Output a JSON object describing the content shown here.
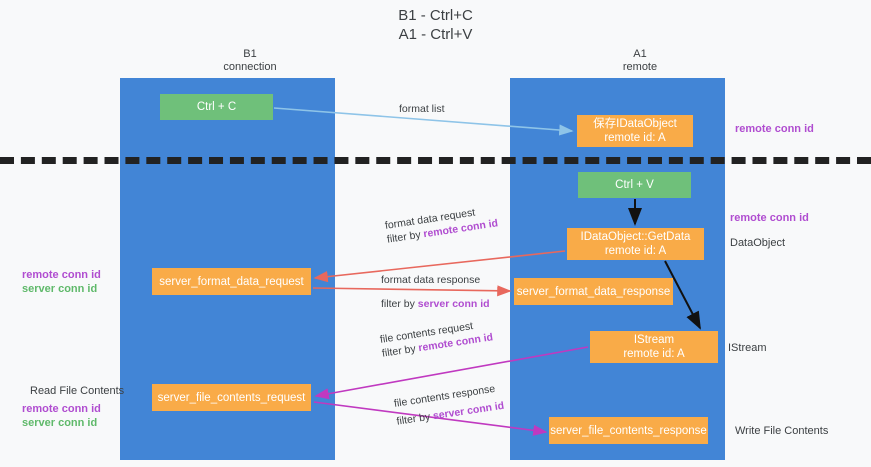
{
  "title": {
    "line1": "B1 - Ctrl+C",
    "line2": "A1 - Ctrl+V"
  },
  "lanes": {
    "left": {
      "name": "B1",
      "role": "connection"
    },
    "right": {
      "name": "A1",
      "role": "remote"
    }
  },
  "nodes": {
    "ctrl_c": {
      "label": "Ctrl + C",
      "color": "#6fc07a"
    },
    "idataobject_store": {
      "label": "保存IDataObject",
      "sub": "remote id: A",
      "color": "#f9ab48"
    },
    "ctrl_v": {
      "label": "Ctrl + V",
      "color": "#6fc07a"
    },
    "getdata": {
      "label": "IDataObject::GetData",
      "sub": "remote id: A",
      "color": "#f9ab48"
    },
    "server_format_data_request": {
      "label": "server_format_data_request",
      "color": "#f9ab48"
    },
    "server_format_data_response": {
      "label": "server_format_data_response",
      "color": "#f9ab48"
    },
    "istream": {
      "label": "IStream",
      "sub": "remote id: A",
      "color": "#f9ab48"
    },
    "server_file_contents_request": {
      "label": "server_file_contents_request",
      "color": "#f9ab48"
    },
    "server_file_contents_response": {
      "label": "server_file_contents_response",
      "color": "#f9ab48"
    }
  },
  "edges": {
    "format_list": {
      "label": "format list"
    },
    "format_data_request": {
      "label": "format data request",
      "filter_prefix": "filter by ",
      "filter_key": "remote conn id"
    },
    "format_data_response": {
      "label": "format data response",
      "filter_prefix": "filter by ",
      "filter_key": "server conn id"
    },
    "file_contents_request": {
      "label": "file contents request",
      "filter_prefix": "filter by ",
      "filter_key": "remote conn id"
    },
    "file_contents_response": {
      "label": "file contents response",
      "filter_prefix": "filter by ",
      "filter_key": "server conn id"
    }
  },
  "annotations": {
    "right_remote_top": "remote conn id",
    "right_remote_mid": "remote conn id",
    "right_dataobject": "DataObject",
    "right_istream": "IStream",
    "right_write_file": "Write File Contents",
    "left_remote_mid": "remote conn id",
    "left_server_mid": "server conn id",
    "left_read_file": "Read File Contents",
    "left_remote_bot": "remote conn id",
    "left_server_bot": "server conn id"
  },
  "colors": {
    "lane": "#4285d6",
    "green_node": "#6fc07a",
    "orange_node": "#f9ab48",
    "remote_conn_id": "#b04dd0",
    "server_conn_id": "#5fb96a",
    "arrow_blue": "#8ec4e8",
    "arrow_red": "#e8685d",
    "arrow_magenta": "#c039c0",
    "arrow_black": "#111111",
    "divider": "#222222",
    "background": "#f8f9fa"
  }
}
